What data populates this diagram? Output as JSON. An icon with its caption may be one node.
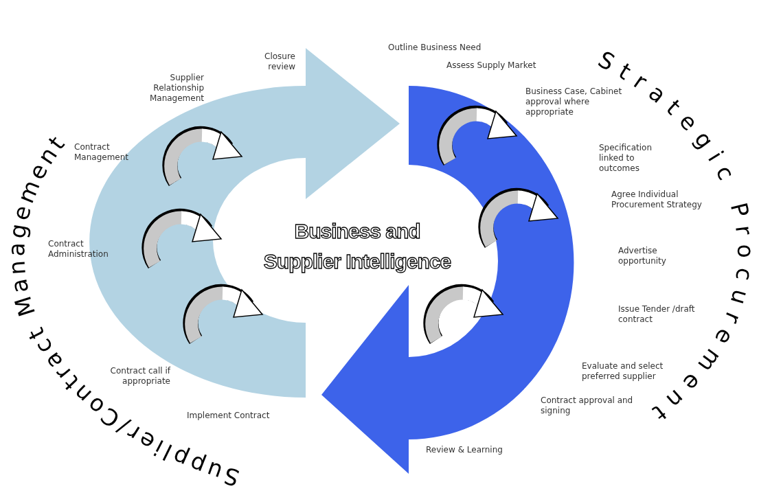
{
  "diagram": {
    "labels": [
      "Supplier/Contract Management",
      "Strategic Procurement",
      "Business and Supplier Intelligence",
      "Outline Business Need",
      "Assess Supply Market",
      "Business Case, Cabinet approval where appropriate",
      "Specification linked to outcomes",
      "Agree Individual Procurement Strategy",
      "Advertise opportunity",
      "Issue Tender /draft contract",
      "Evaluate and select preferred supplier",
      "Contract approval and signing",
      "Review & Learning",
      "Implement Contract",
      "Contract call if appropriate",
      "Contract Administration",
      "Contract Management",
      "Supplier Relationship Management",
      "Closure review"
    ]
  }
}
